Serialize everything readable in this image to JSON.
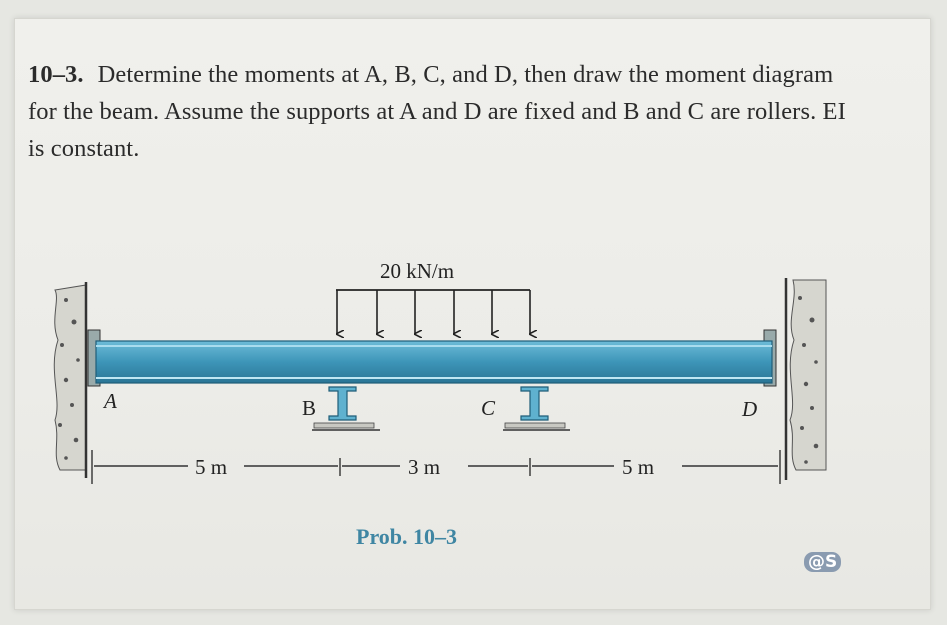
{
  "problem": {
    "number": "10–3.",
    "text": "Determine the moments at A, B, C, and D, then draw the moment diagram for the beam. Assume the supports at A and D are fixed and B and C are rollers. EI is constant."
  },
  "figure": {
    "load_label": "20 kN/m",
    "support_labels": {
      "A": "A",
      "B": "B",
      "C": "C",
      "D": "D"
    },
    "spans": [
      "5 m",
      "3 m",
      "5 m"
    ],
    "caption": "Prob. 10–3",
    "colors": {
      "beam": "#4a9fbe",
      "beam_dark": "#2f7fa0",
      "caption": "#3f86a3",
      "wall": "#d9d9d3"
    }
  },
  "watermark": "@S"
}
